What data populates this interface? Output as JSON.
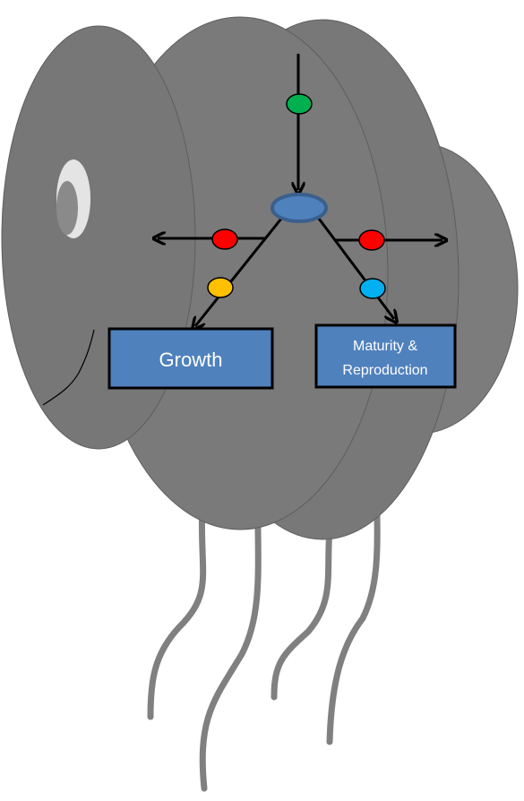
{
  "boxes": {
    "growth": {
      "label": "Growth"
    },
    "maturity": {
      "line1": "Maturity &",
      "line2": "Reproduction"
    }
  },
  "colors": {
    "body": "#7a7a7a",
    "tendril": "#808080",
    "box_fill": "#4f81bd",
    "box_border": "#000000",
    "hub_fill": "#4f81bd",
    "hub_border": "#3a5f8c",
    "node_input": "#00b050",
    "node_loss": "#ff0000",
    "node_growth": "#ffc000",
    "node_maturity": "#00b0f0"
  },
  "icons": {
    "eye": "eye-icon",
    "mouth": "mouth-line"
  }
}
